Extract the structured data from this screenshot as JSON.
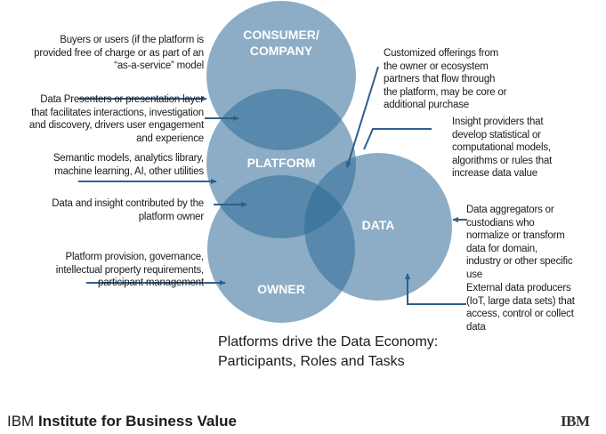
{
  "circles": {
    "consumer": "CONSUMER/ COMPANY",
    "consumer_line1": "CONSUMER/",
    "consumer_line2": "COMPANY",
    "platform": "PLATFORM",
    "data": "DATA",
    "owner": "OWNER"
  },
  "colors": {
    "circle": "#2e6a96",
    "arrow": "#2f5f8a"
  },
  "left_notes": [
    {
      "lines": [
        "Buyers or users (if the platform is",
        "provided free of charge or as part of an",
        "“as-a-service” model"
      ]
    },
    {
      "lines": [
        "Data Presenters or presentation layer",
        "that facilitates interactions, investigation",
        "and discovery, drivers user engagement",
        "and experience"
      ]
    },
    {
      "lines": [
        "Semantic models, analytics library,",
        "machine learning, AI, other utilities"
      ]
    },
    {
      "lines": [
        "Data and insight contributed by the",
        "platform owner"
      ]
    },
    {
      "lines": [
        "Platform provision, governance,",
        "intellectual property requirements,",
        "participant management"
      ]
    }
  ],
  "right_notes": [
    {
      "lines": [
        "Customized offerings from",
        "the owner or ecosystem",
        "partners that flow through",
        "the platform, may be core or",
        "additional purchase"
      ]
    },
    {
      "lines": [
        "Insight providers that",
        "develop statistical or",
        "computational models,",
        "algorithms or rules that",
        "increase data value"
      ]
    },
    {
      "lines": [
        "Data aggregators or",
        "custodians who",
        "normalize or transform",
        "data for domain,",
        "industry or other specific",
        "use"
      ]
    },
    {
      "lines": [
        "External data producers",
        "(IoT, large data sets) that",
        "access, control or collect",
        "data"
      ]
    }
  ],
  "title": {
    "line1": "Platforms drive the Data Economy:",
    "line2": "Participants, Roles and Tasks"
  },
  "footer": {
    "prefix": "IBM",
    "name": "Institute for Business Value",
    "logo": "IBM"
  }
}
